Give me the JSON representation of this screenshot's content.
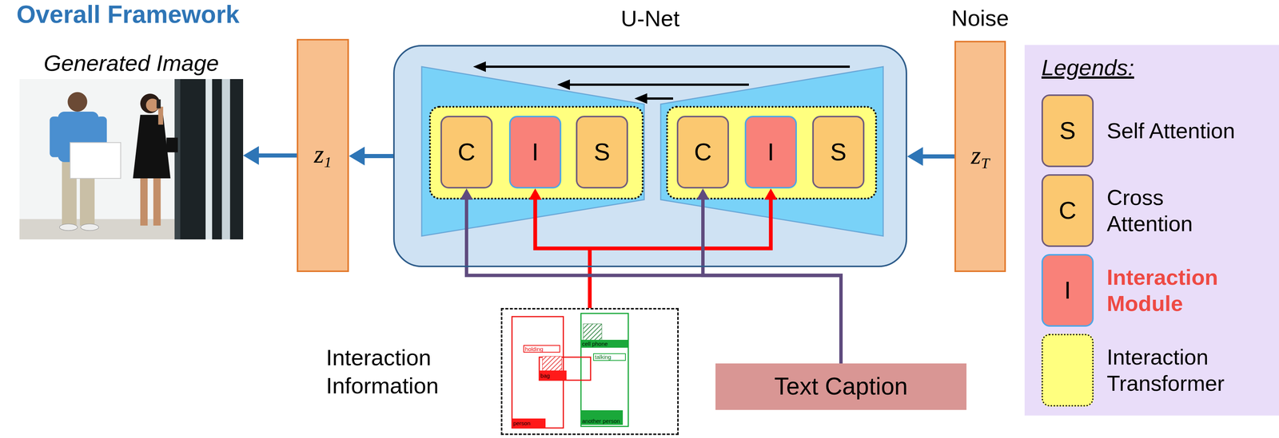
{
  "diagram": {
    "title": "Overall Framework",
    "nodes": [
      {
        "text": [
          "Generated Image"
        ]
      },
      {
        "text": [
          "z1"
        ]
      },
      {
        "text": [
          "U-Net"
        ]
      },
      {
        "text": [
          "C"
        ],
        "in": 2
      },
      {
        "text": [
          "I"
        ],
        "in": 2
      },
      {
        "text": [
          "S"
        ],
        "in": 2
      },
      {
        "text": [
          "C"
        ],
        "in": 2
      },
      {
        "text": [
          "I"
        ],
        "in": 2
      },
      {
        "text": [
          "S"
        ],
        "in": 2
      },
      {
        "text": [
          "Noise",
          "zT"
        ]
      },
      {
        "text": [
          "Interaction Information"
        ]
      },
      {
        "text": [
          "Text Caption"
        ]
      }
    ],
    "edges": [
      {
        "from": 9,
        "to": 2,
        "arrow": "to"
      },
      {
        "from": 2,
        "to": 1,
        "arrow": "to"
      },
      {
        "from": 1,
        "to": 0,
        "arrow": "to"
      },
      {
        "from": 10,
        "to": 4,
        "arrow": "to"
      },
      {
        "from": 10,
        "to": 7,
        "arrow": "to"
      },
      {
        "from": 11,
        "to": 3,
        "arrow": "to"
      },
      {
        "from": 11,
        "to": 6,
        "arrow": "to"
      }
    ],
    "labels": [
      "holding",
      "bag",
      "person",
      "cell phone",
      "talking",
      "another person",
      "Legends:",
      "S",
      "C",
      "I"
    ],
    "legend": [
      {
        "text": "Self Attention",
        "color": "#fbc870"
      },
      {
        "text": "Cross Attention",
        "color": "#fbc870"
      },
      {
        "text": "Interaction Module",
        "color": "#f98179"
      },
      {
        "text": "Interaction Transformer",
        "color": "#ffff7f"
      }
    ]
  }
}
